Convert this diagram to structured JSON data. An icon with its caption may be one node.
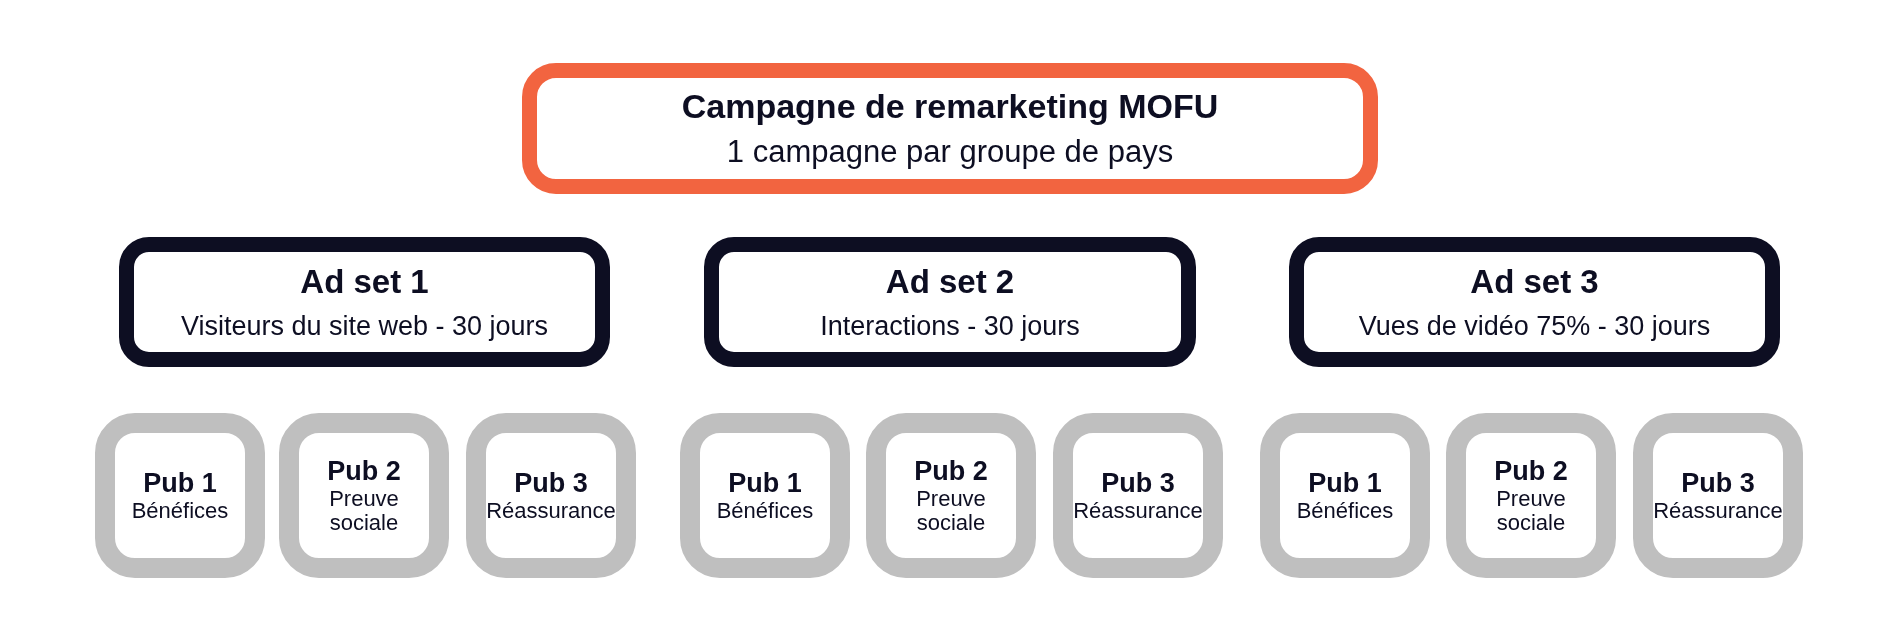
{
  "diagram": {
    "nodes": [
      {
        "text": [
          "Campagne de remarketing MOFU",
          "1 campagne par groupe de pays"
        ]
      },
      {
        "text": [
          "Ad set 1",
          "Visiteurs du site web - 30 jours"
        ]
      },
      {
        "text": [
          "Ad set 2",
          "Interactions - 30 jours"
        ]
      },
      {
        "text": [
          "Ad set 3",
          "Vues de vidéo 75% - 30 jours"
        ]
      },
      {
        "text": [
          "Pub 1",
          "Bénéfices"
        ]
      },
      {
        "text": [
          "Pub 2",
          "Preuve sociale"
        ]
      },
      {
        "text": [
          "Pub 3",
          "Réassurance"
        ]
      },
      {
        "text": [
          "Pub 1",
          "Bénéfices"
        ]
      },
      {
        "text": [
          "Pub 2",
          "Preuve sociale"
        ]
      },
      {
        "text": [
          "Pub 3",
          "Réassurance"
        ]
      },
      {
        "text": [
          "Pub 1",
          "Bénéfices"
        ]
      },
      {
        "text": [
          "Pub 2",
          "Preuve sociale"
        ]
      },
      {
        "text": [
          "Pub 3",
          "Réassurance"
        ]
      }
    ]
  }
}
